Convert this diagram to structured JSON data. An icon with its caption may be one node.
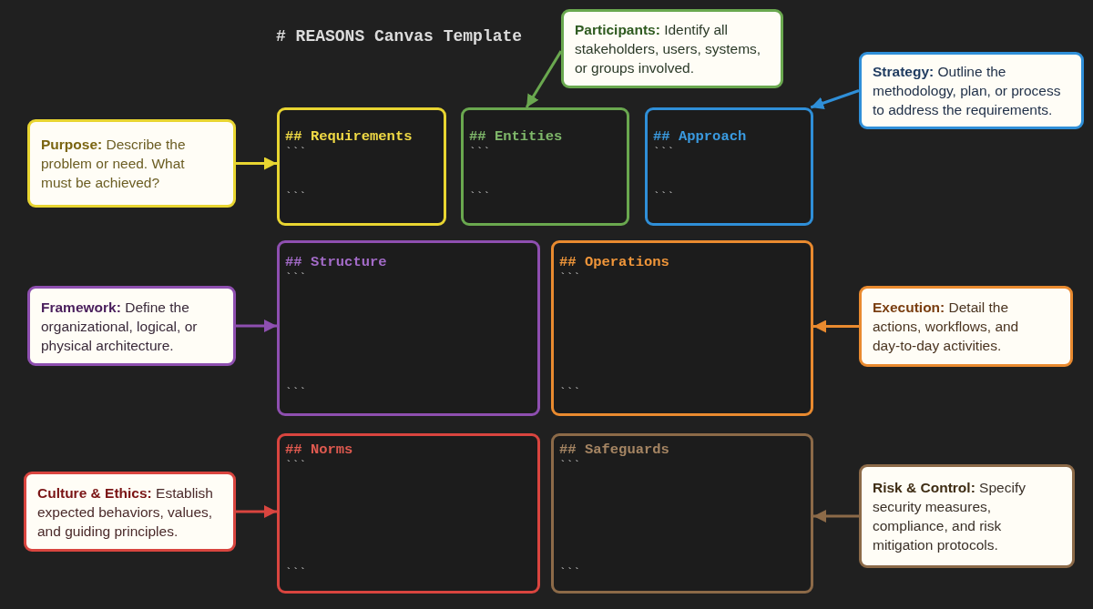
{
  "diagram": {
    "title": "# REASONS Canvas Template",
    "nodes": [
      {
        "text": [
          "**Participants:** Identify all stakeholders, users, systems, or groups involved."
        ]
      },
      {
        "text": [
          "**Strategy:** Outline the methodology, plan, or process to address the requirements."
        ]
      },
      {
        "text": [
          "**Purpose:** Describe the problem or need. What must be achieved?"
        ]
      },
      {
        "text": [
          "## Requirements",
          "```",
          "```"
        ]
      },
      {
        "text": [
          "## Entities",
          "```",
          "```"
        ]
      },
      {
        "text": [
          "## Approach",
          "```",
          "```"
        ]
      },
      {
        "text": [
          "**Framework:** Define the organizational, logical, or physical architecture."
        ]
      },
      {
        "text": [
          "## Structure",
          "```",
          "```"
        ]
      },
      {
        "text": [
          "## Operations",
          "```",
          "```"
        ]
      },
      {
        "text": [
          "**Execution:** Detail the actions, workflows, and day-to-day activities."
        ]
      },
      {
        "text": [
          "**Culture & Ethics:** Establish expected behaviors, values, and guiding principles."
        ]
      },
      {
        "text": [
          "## Norms",
          "```",
          "```"
        ]
      },
      {
        "text": [
          "## Safeguards",
          "```",
          "```"
        ]
      },
      {
        "text": [
          "**Risk & Control:** Specify security measures, compliance, and risk mitigation protocols."
        ]
      }
    ],
    "edges": [
      {
        "from": 0,
        "to": 4,
        "arrow": "to",
        "color": "#6aa84f"
      },
      {
        "from": 1,
        "to": 5,
        "arrow": "to",
        "color": "#2f8fd8"
      },
      {
        "from": 2,
        "to": 3,
        "arrow": "to",
        "color": "#e8d531"
      },
      {
        "from": 6,
        "to": 7,
        "arrow": "to",
        "color": "#8e4fb0"
      },
      {
        "from": 9,
        "to": 8,
        "arrow": "to",
        "color": "#e98a2f"
      },
      {
        "from": 10,
        "to": 11,
        "arrow": "to",
        "color": "#d9453f"
      },
      {
        "from": 13,
        "to": 12,
        "arrow": "to",
        "color": "#8c6a48"
      }
    ]
  }
}
